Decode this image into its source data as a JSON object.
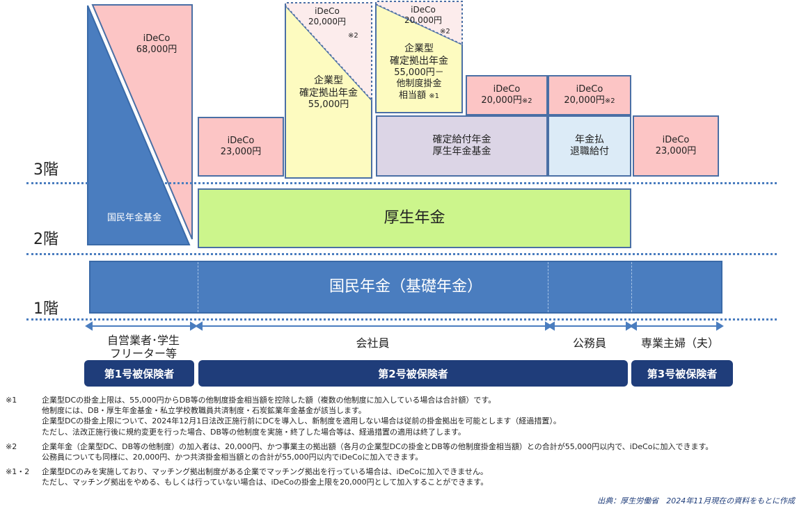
{
  "floors": {
    "third": "3階",
    "second": "2階",
    "first": "1階"
  },
  "self_employed": {
    "ideco_label": "iDeCo",
    "ideco_amount": "68,000円",
    "fund_label": "国民年金基金"
  },
  "employee_ideco": {
    "label": "iDeCo",
    "amount": "23,000円"
  },
  "corp_dc_a": {
    "ideco_label": "iDeCo",
    "ideco_amount": "20,000円",
    "ideco_note": "※2",
    "line1": "企業型",
    "line2": "確定拠出年金",
    "line3": "55,000円"
  },
  "corp_dc_b": {
    "ideco_label": "iDeCo",
    "ideco_amount": "20,000円",
    "ideco_note": "※2",
    "line1": "企業型",
    "line2": "確定拠出年金",
    "line3": "55,000円－",
    "line4": "他制度掛金",
    "line5": "相当額",
    "line5_note": "※1"
  },
  "db_ideco": {
    "label": "iDeCo",
    "amount": "20,000円",
    "note": "※2"
  },
  "db_fund": {
    "line1": "確定給付年金",
    "line2": "厚生年金基金"
  },
  "civil_ideco": {
    "label": "iDeCo",
    "amount": "20,000円",
    "note": "※2"
  },
  "civil_pension": {
    "line1": "年金払",
    "line2": "退職給付"
  },
  "housewife_ideco": {
    "label": "iDeCo",
    "amount": "23,000円"
  },
  "kosei": "厚生年金",
  "kokumin": "国民年金（基礎年金）",
  "categories": {
    "self_line1": "自営業者･学生",
    "self_line2": "フリーター等",
    "employee": "会社員",
    "civil": "公務員",
    "housewife": "専業主婦（夫）"
  },
  "badges": {
    "first": "第1号被保険者",
    "second": "第2号被保険者",
    "third": "第3号被保険者"
  },
  "notes": [
    {
      "mark": "※1",
      "lines": [
        "企業型DCの掛金上限は、55,000円からDB等の他制度掛金相当額を控除した額（複数の他制度に加入している場合は合計額）です。",
        "他制度には、DB・厚生年金基金・私立学校教職員共済制度・石炭鉱業年金基金が該当します。",
        "企業型DCの掛金上限について、2024年12月1日法改正施行前にDCを導入し、新制度を適用しない場合は従前の掛金拠出を可能とします（経過措置）。",
        "ただし、法改正施行後に規約変更を行った場合、DB等の他制度を実施・終了した場合等は、経過措置の適用は終了します。"
      ]
    },
    {
      "mark": "※2",
      "lines": [
        "企業年金（企業型DC、DB等の他制度）の加入者は、20,000円、かつ事業主の拠出額（各月の企業型DCの掛金とDB等の他制度掛金相当額）との合計が55,000円以内で、iDeCoに加入できます。",
        "公務員についても同様に、20,000円、かつ共済掛金相当額との合計が55,000円以内でiDeCoに加入できます。"
      ]
    },
    {
      "mark": "※1・2",
      "lines": [
        "企業型DCのみを実施しており、マッチング拠出制度がある企業でマッチング拠出を行っている場合は、iDeCoに加入できません。",
        "ただし、マッチング拠出をやめる、もしくは行っていない場合は、iDeCoの掛金上限を20,000円として加入することができます。"
      ]
    }
  ],
  "source": "出典：厚生労働省　2024年11月現在の資料をもとに作成",
  "colors": {
    "navy": "#1f3d7a",
    "blue": "#4a7dbf",
    "pink": "#fcc5c5",
    "yellow": "#fdfbc0",
    "green": "#ccf58c",
    "lavender": "#dcd5e6",
    "lightblue": "#dcebf7"
  }
}
